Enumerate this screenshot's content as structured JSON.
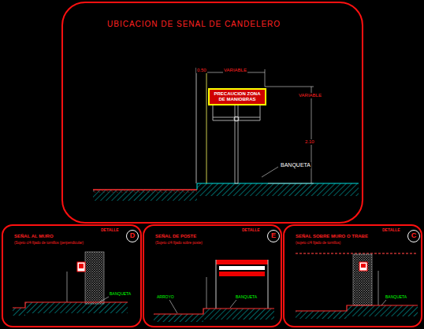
{
  "diagram": {
    "nodes": [
      {
        "text": [
          "UBICACION DE SENAL DE CANDELERO"
        ]
      },
      {
        "text": [
          "PRECAUCION ZONA DE MANIOBRAS"
        ],
        "in": 0
      },
      {
        "text": [
          "DETALLE",
          "SEÑAL AL MURO",
          "(Sujeto c/4 fijado de tornillos (perpendicular)"
        ]
      },
      {
        "text": [
          "D"
        ],
        "in": 2
      },
      {
        "text": [
          "DETALLE",
          "SEÑAL DE POSTE",
          "(Sujeto c/4 fijado sobre poste)"
        ]
      },
      {
        "text": [
          "E"
        ],
        "in": 4
      },
      {
        "text": [
          "DETALLE",
          "SEÑAL SOBRE MURO O TRABE",
          "(sujeto c/4 fijado de tornillos)"
        ]
      },
      {
        "text": [
          "C"
        ],
        "in": 6
      }
    ],
    "edges": [],
    "labels": [
      "0.50",
      "VARIABLE",
      "VARIABLE",
      "2.10",
      "BANQUETA",
      "BANQUETA",
      "ARROYO",
      "BANQUETA",
      "BANQUETA"
    ]
  }
}
